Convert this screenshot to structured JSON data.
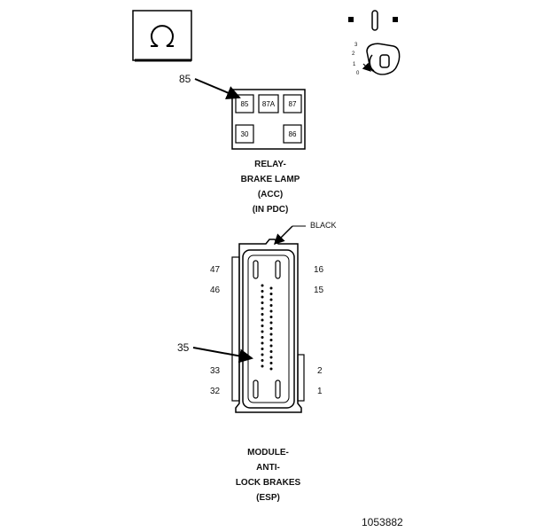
{
  "relay": {
    "callout": "85",
    "pins": [
      "85",
      "87A",
      "87",
      "30",
      "86"
    ],
    "title": [
      "RELAY-",
      "BRAKE LAMP",
      "(ACC)",
      "(IN PDC)"
    ]
  },
  "connector": {
    "color_label": "BLACK",
    "callout": "35",
    "left_top": "47",
    "left_second": "46",
    "left_lower": "33",
    "left_bottom": "32",
    "right_top": "16",
    "right_second": "15",
    "right_lower": "2",
    "right_bottom": "1",
    "title": [
      "MODULE-",
      "ANTI-",
      "LOCK BRAKES",
      "(ESP)"
    ]
  },
  "ignition_positions": [
    "3",
    "2",
    "1",
    "0"
  ],
  "figure_number": "1053882",
  "icons": [
    "omega-symbol-icon",
    "ignition-key-icon",
    "relay-icon",
    "connector-icon"
  ]
}
